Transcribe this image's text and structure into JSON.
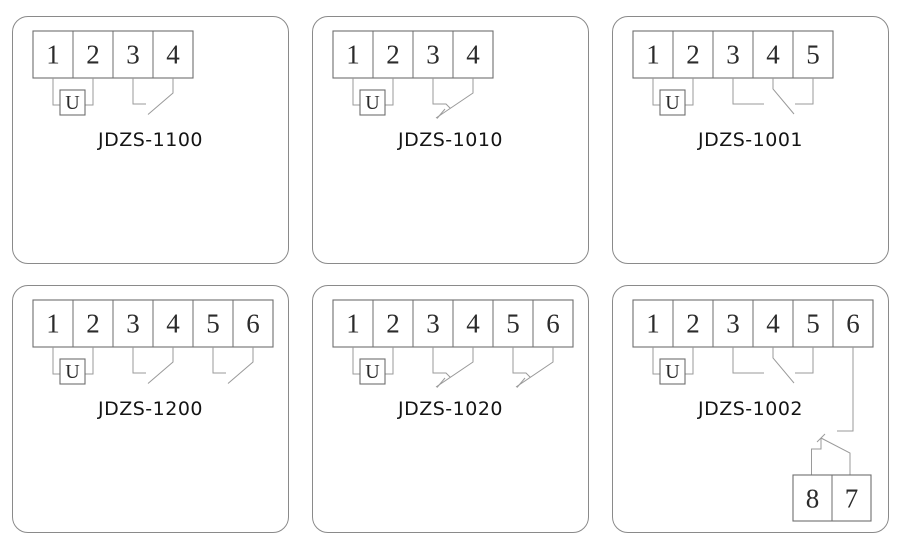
{
  "colors": {
    "background": "#ffffff",
    "panel_border": "#8a8a8a",
    "box_border": "#6e6e6e",
    "wire": "#9a9a9a",
    "digit": "#2b2b2b",
    "label": "#141414"
  },
  "panels": [
    {
      "model": "JDZS-1100",
      "terminals": [
        "1",
        "2",
        "3",
        "4"
      ],
      "coil": {
        "label": "U",
        "left_terminal": "1",
        "right_terminal": "2"
      },
      "contacts": [
        {
          "type": "no",
          "left_terminal": "3",
          "right_terminal": "4"
        }
      ]
    },
    {
      "model": "JDZS-1010",
      "terminals": [
        "1",
        "2",
        "3",
        "4"
      ],
      "coil": {
        "label": "U",
        "left_terminal": "1",
        "right_terminal": "2"
      },
      "contacts": [
        {
          "type": "nc",
          "left_terminal": "3",
          "right_terminal": "4"
        }
      ]
    },
    {
      "model": "JDZS-1001",
      "terminals": [
        "1",
        "2",
        "3",
        "4",
        "5"
      ],
      "coil": {
        "label": "U",
        "left_terminal": "1",
        "right_terminal": "2"
      },
      "contacts": [
        {
          "type": "changeover",
          "left_terminal": "3",
          "common_terminal": "4",
          "right_terminal": "5"
        }
      ]
    },
    {
      "model": "JDZS-1200",
      "terminals": [
        "1",
        "2",
        "3",
        "4",
        "5",
        "6"
      ],
      "coil": {
        "label": "U",
        "left_terminal": "1",
        "right_terminal": "2"
      },
      "contacts": [
        {
          "type": "no",
          "left_terminal": "3",
          "right_terminal": "4"
        },
        {
          "type": "no",
          "left_terminal": "5",
          "right_terminal": "6"
        }
      ]
    },
    {
      "model": "JDZS-1020",
      "terminals": [
        "1",
        "2",
        "3",
        "4",
        "5",
        "6"
      ],
      "coil": {
        "label": "U",
        "left_terminal": "1",
        "right_terminal": "2"
      },
      "contacts": [
        {
          "type": "nc",
          "left_terminal": "3",
          "right_terminal": "4"
        },
        {
          "type": "nc",
          "left_terminal": "5",
          "right_terminal": "6"
        }
      ]
    },
    {
      "model": "JDZS-1002",
      "terminals": [
        "1",
        "2",
        "3",
        "4",
        "5",
        "6"
      ],
      "coil": {
        "label": "U",
        "left_terminal": "1",
        "right_terminal": "2"
      },
      "contacts": [
        {
          "type": "changeover",
          "left_terminal": "3",
          "common_terminal": "4",
          "right_terminal": "5"
        }
      ],
      "aux": {
        "type": "nc",
        "from_terminal": "6",
        "terminals": [
          "8",
          "7"
        ]
      }
    }
  ]
}
